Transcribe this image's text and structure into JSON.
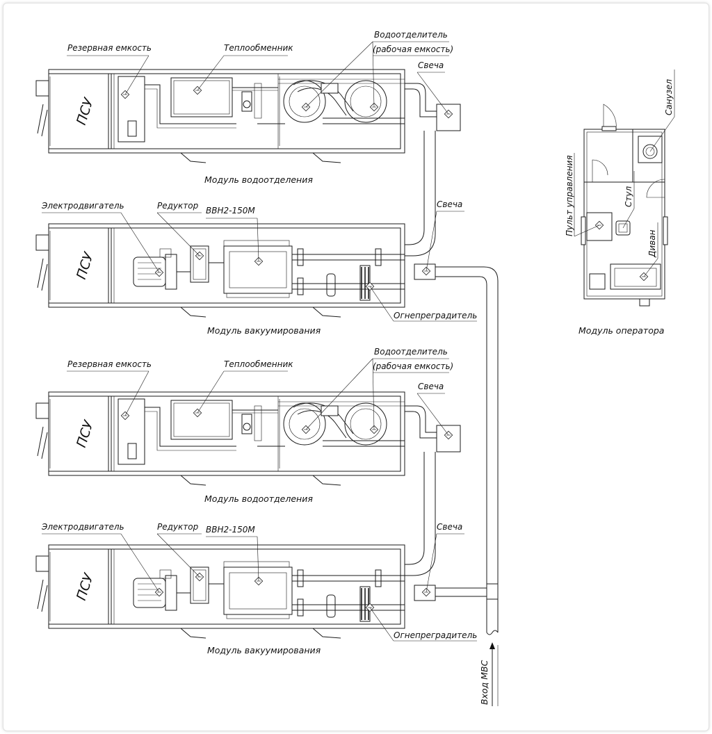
{
  "labels": {
    "psu": "ПСУ",
    "reserve_tank": "Резервная емкость",
    "heat_exchanger": "Теплообменник",
    "water_separator_1": "Водоотделитель",
    "water_separator_2": "(рабочая емкость)",
    "candle": "Свеча",
    "module_water": "Модуль водоотделения",
    "motor": "Электродвигатель",
    "reducer": "Редуктор",
    "pump": "ВВН2-150М",
    "flame_arrester": "Огнепреградитель",
    "module_vacuum": "Модуль вакуумирования",
    "control_panel": "Пульт управления",
    "chair": "Стул",
    "sofa": "Диван",
    "toilet": "Санузел",
    "module_operator": "Модуль оператора",
    "inlet": "Вход МВС"
  }
}
